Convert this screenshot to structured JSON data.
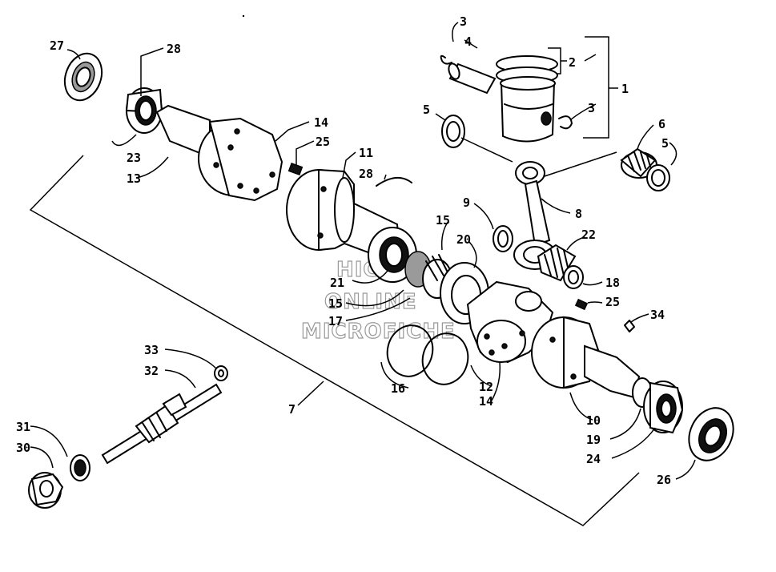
{
  "diagram": {
    "watermark": [
      "HIGH",
      "ONLINE",
      "MICROFICHE"
    ],
    "callouts": [
      {
        "id": "c3a",
        "text": "3"
      },
      {
        "id": "c4",
        "text": "4"
      },
      {
        "id": "c2",
        "text": "2"
      },
      {
        "id": "c1",
        "text": "1"
      },
      {
        "id": "c3b",
        "text": "3"
      },
      {
        "id": "c5a",
        "text": "5"
      },
      {
        "id": "c27",
        "text": "27"
      },
      {
        "id": "c28a",
        "text": "28"
      },
      {
        "id": "c14a",
        "text": "14"
      },
      {
        "id": "c25a",
        "text": "25"
      },
      {
        "id": "c11",
        "text": "11"
      },
      {
        "id": "c28b",
        "text": "28"
      },
      {
        "id": "c23",
        "text": "23"
      },
      {
        "id": "c13",
        "text": "13"
      },
      {
        "id": "c6",
        "text": "6"
      },
      {
        "id": "c5b",
        "text": "5"
      },
      {
        "id": "c9",
        "text": "9"
      },
      {
        "id": "c15a",
        "text": "15"
      },
      {
        "id": "c20",
        "text": "20"
      },
      {
        "id": "c8",
        "text": "8"
      },
      {
        "id": "c22",
        "text": "22"
      },
      {
        "id": "c21",
        "text": "21"
      },
      {
        "id": "c15b",
        "text": "15"
      },
      {
        "id": "c18",
        "text": "18"
      },
      {
        "id": "c17",
        "text": "17"
      },
      {
        "id": "c25b",
        "text": "25"
      },
      {
        "id": "c34",
        "text": "34"
      },
      {
        "id": "c33a",
        "text": "33"
      },
      {
        "id": "c32",
        "text": "32"
      },
      {
        "id": "c7",
        "text": "7"
      },
      {
        "id": "c16",
        "text": "16"
      },
      {
        "id": "c12",
        "text": "12"
      },
      {
        "id": "c14b",
        "text": "14"
      },
      {
        "id": "c10",
        "text": "10"
      },
      {
        "id": "c31",
        "text": "31"
      },
      {
        "id": "c30",
        "text": "30"
      },
      {
        "id": "c19",
        "text": "19"
      },
      {
        "id": "c24",
        "text": "24"
      },
      {
        "id": "c26",
        "text": "26"
      }
    ]
  }
}
